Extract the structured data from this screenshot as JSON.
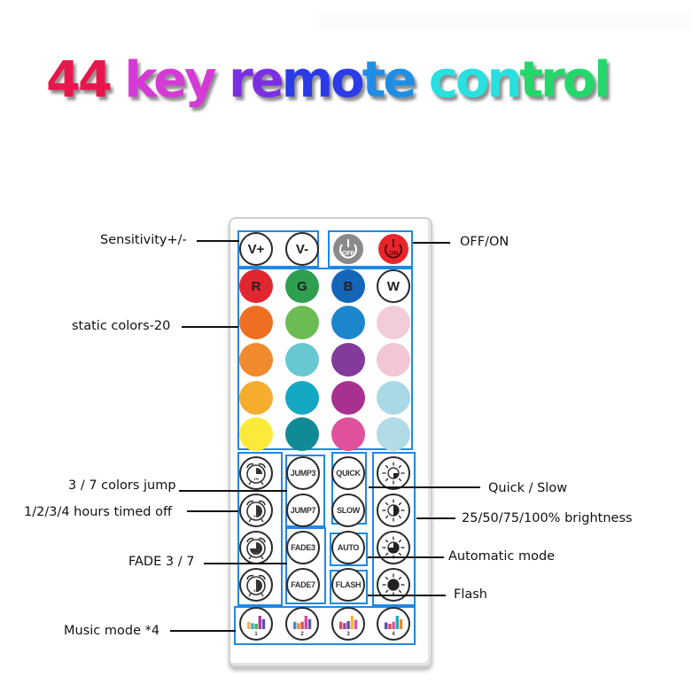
{
  "title": {
    "parts": [
      {
        "text": "44",
        "color": "#e8174b"
      },
      {
        "text": " key",
        "color": "#d63ad6"
      },
      {
        "text": " re",
        "color": "#7b2fe3"
      },
      {
        "text": "mo",
        "color": "#2b3be8"
      },
      {
        "text": "te",
        "color": "#1f8de6"
      },
      {
        "text": " con",
        "color": "#28e0df"
      },
      {
        "text": "trol",
        "color": "#22d86a"
      }
    ]
  },
  "remote": {
    "top_row": {
      "sensitivity": [
        {
          "label": "V+",
          "icon": "volume-up"
        },
        {
          "label": "V-",
          "icon": "volume-down"
        }
      ],
      "power": [
        {
          "label": "OFF",
          "icon": "power-off-icon",
          "color": "#8a8a8a"
        },
        {
          "label": "ON",
          "icon": "power-on-icon",
          "color": "#e8252b"
        }
      ]
    },
    "rgbw": [
      {
        "label": "R",
        "color": "#e2262f"
      },
      {
        "label": "G",
        "color": "#2e9e4f"
      },
      {
        "label": "B",
        "color": "#1565b8"
      },
      {
        "label": "W",
        "color": "#ffffff"
      }
    ],
    "static_colors": [
      [
        "#ef6f22",
        "#6cbb53",
        "#1c86cc",
        "#f2ccd7"
      ],
      [
        "#f08a2c",
        "#68c8d1",
        "#823a9b",
        "#f2c7d3"
      ],
      [
        "#f6ad2e",
        "#14a7c3",
        "#a8318f",
        "#a9d8e6"
      ],
      [
        "#fde93a",
        "#108b94",
        "#e0519b",
        "#b1dbe6"
      ]
    ],
    "timers": [
      {
        "label": "1H",
        "fill": 0.25
      },
      {
        "label": "2H",
        "fill": 0.5
      },
      {
        "label": "3H",
        "fill": 0.75
      },
      {
        "label": "4H",
        "fill": 1.0
      }
    ],
    "jump": [
      "JUMP3",
      "JUMP7"
    ],
    "fade": [
      "FADE3",
      "FADE7"
    ],
    "speed": [
      "QUICK",
      "SLOW"
    ],
    "auto": "AUTO",
    "flash": "FLASH",
    "brightness": [
      {
        "level": 0.25
      },
      {
        "level": 0.5
      },
      {
        "level": 0.75
      },
      {
        "level": 1.0
      }
    ],
    "music": [
      "1",
      "2",
      "3",
      "4"
    ]
  },
  "labels": {
    "sensitivity": "Sensitivity+/-",
    "off_on": "OFF/ON",
    "static_colors": "static colors-20",
    "colors_jump": "3 / 7 colors jump",
    "timed_off": "1/2/3/4 hours timed off",
    "fade": "FADE 3 / 7",
    "music_mode": "Music mode *4",
    "quick_slow": "Quick / Slow",
    "brightness": "25/50/75/100% brightness",
    "automatic": "Automatic mode",
    "flash": "Flash"
  }
}
